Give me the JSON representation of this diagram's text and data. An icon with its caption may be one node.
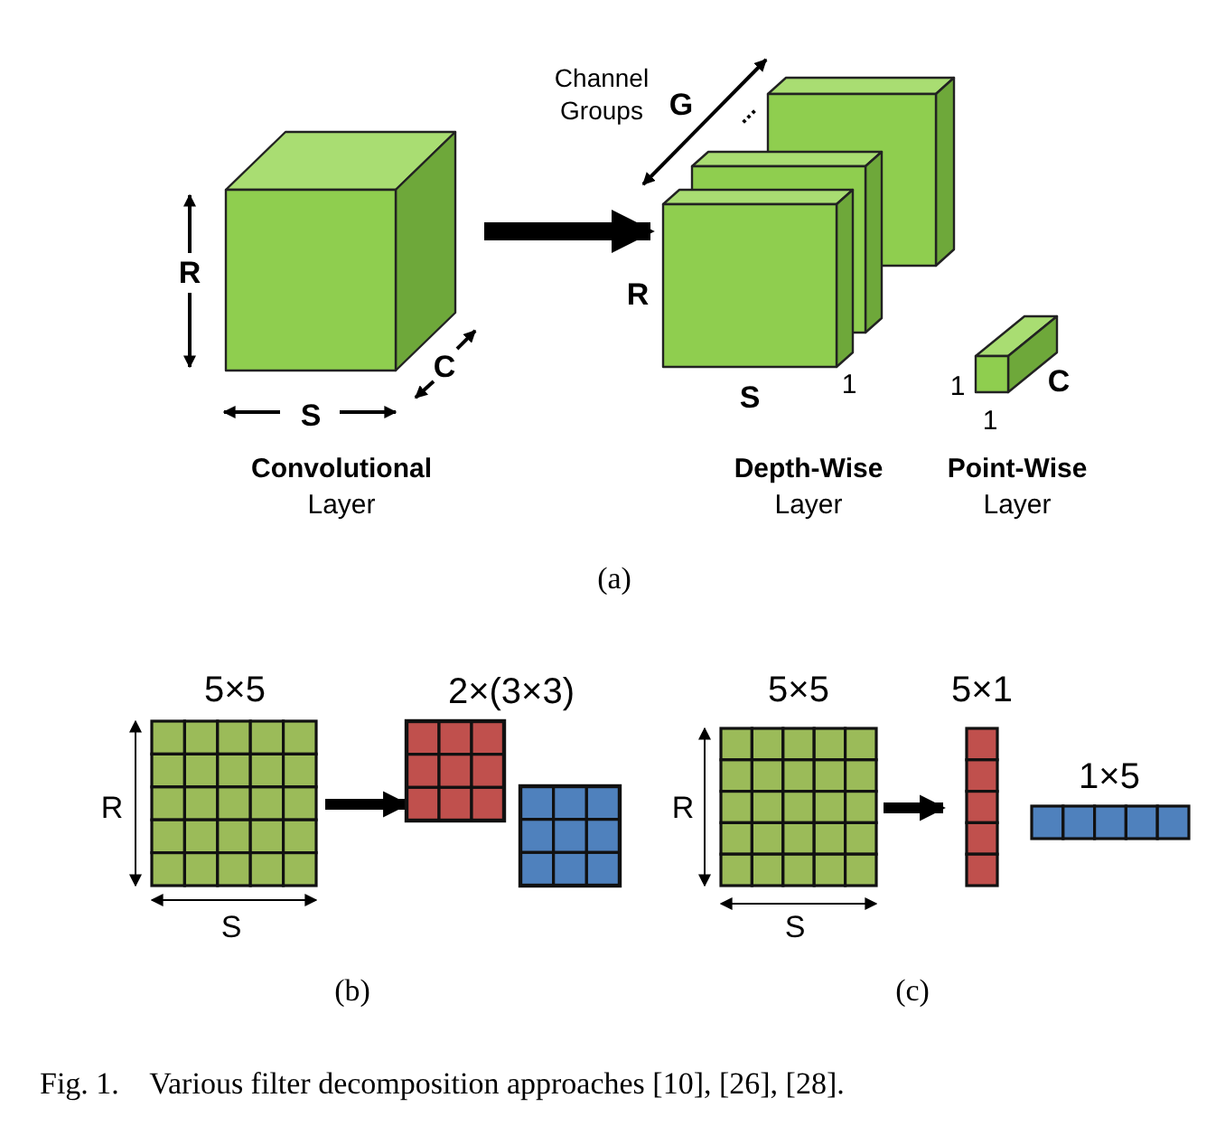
{
  "diagram": {
    "caption": "Fig. 1.    Various filter decomposition approaches [10], [26], [28].",
    "nodes": [
      {
        "text": [
          "Convolutional",
          "Layer"
        ]
      },
      {
        "text": [
          "Depth-Wise",
          "Layer"
        ]
      },
      {
        "text": [
          "Point-Wise",
          "Layer"
        ]
      },
      {
        "text": [
          "5×5"
        ]
      },
      {
        "text": [],
        "shape": "box"
      },
      {
        "text": [],
        "shape": "box"
      },
      {
        "text": [
          "5×5"
        ]
      },
      {
        "text": [
          "5×1"
        ]
      },
      {
        "text": [
          "1×5"
        ]
      }
    ],
    "edges": [
      {
        "from": 0,
        "to": 1,
        "arrow": "to"
      },
      {
        "from": 3,
        "to": 4,
        "arrow": "to"
      },
      {
        "from": 6,
        "to": 7,
        "arrow": "to"
      }
    ],
    "labels": [
      "Channel Groups",
      "G",
      "...",
      "R",
      "R",
      "C",
      "1",
      "C",
      "S",
      "S",
      "1",
      "1",
      "(a)",
      "2×(3×3)",
      "R",
      "R",
      "S",
      "S",
      "(b)",
      "(c)"
    ]
  }
}
